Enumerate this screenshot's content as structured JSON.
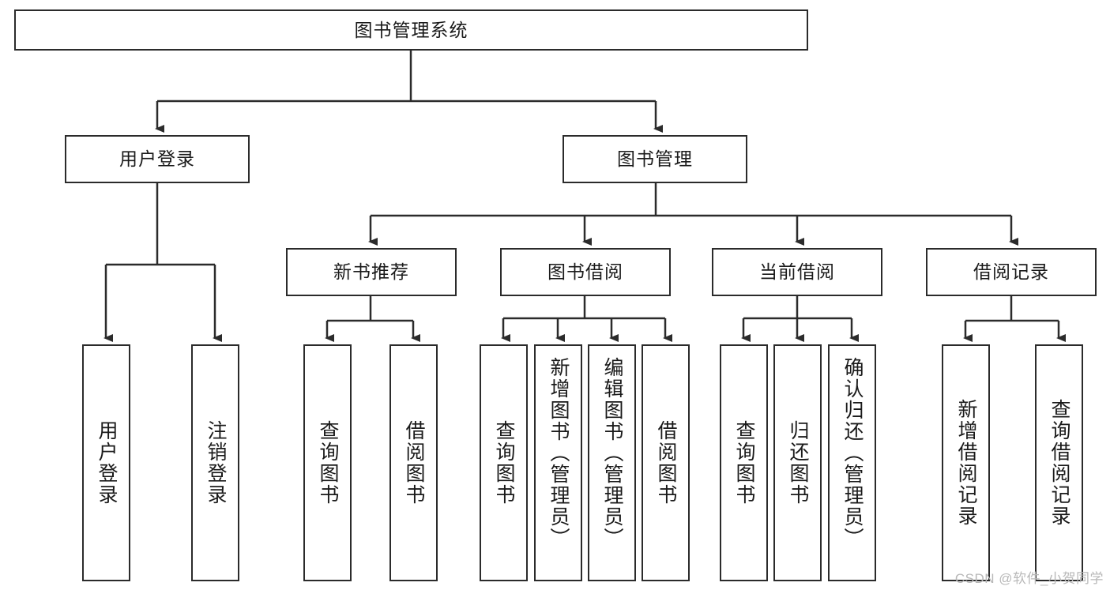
{
  "diagram": {
    "title": "图书管理系统",
    "watermark": "CSDN @软件_小贺同学",
    "root": {
      "label": "图书管理系统"
    },
    "level2": [
      {
        "label": "用户登录"
      },
      {
        "label": "图书管理"
      }
    ],
    "level3": [
      {
        "label": "新书推荐"
      },
      {
        "label": "图书借阅"
      },
      {
        "label": "当前借阅"
      },
      {
        "label": "借阅记录"
      }
    ],
    "leaves": {
      "user_login": [
        {
          "label": "用户登录"
        },
        {
          "label": "注销登录"
        }
      ],
      "new_book": [
        {
          "label": "查询图书"
        },
        {
          "label": "借阅图书"
        }
      ],
      "book_borrow": [
        {
          "label": "查询图书"
        },
        {
          "label": "新增图书（管理员）"
        },
        {
          "label": "编辑图书（管理员）"
        },
        {
          "label": "借阅图书"
        }
      ],
      "current_borrow": [
        {
          "label": "查询图书"
        },
        {
          "label": "归还图书"
        },
        {
          "label": "确认归还（管理员）"
        }
      ],
      "borrow_record": [
        {
          "label": "新增借阅记录"
        },
        {
          "label": "查询借阅记录"
        }
      ]
    }
  },
  "colors": {
    "stroke": "#2b2b2b",
    "fill": "#ffffff",
    "text": "#1a1a1a",
    "watermark": "#b8b8b8"
  }
}
